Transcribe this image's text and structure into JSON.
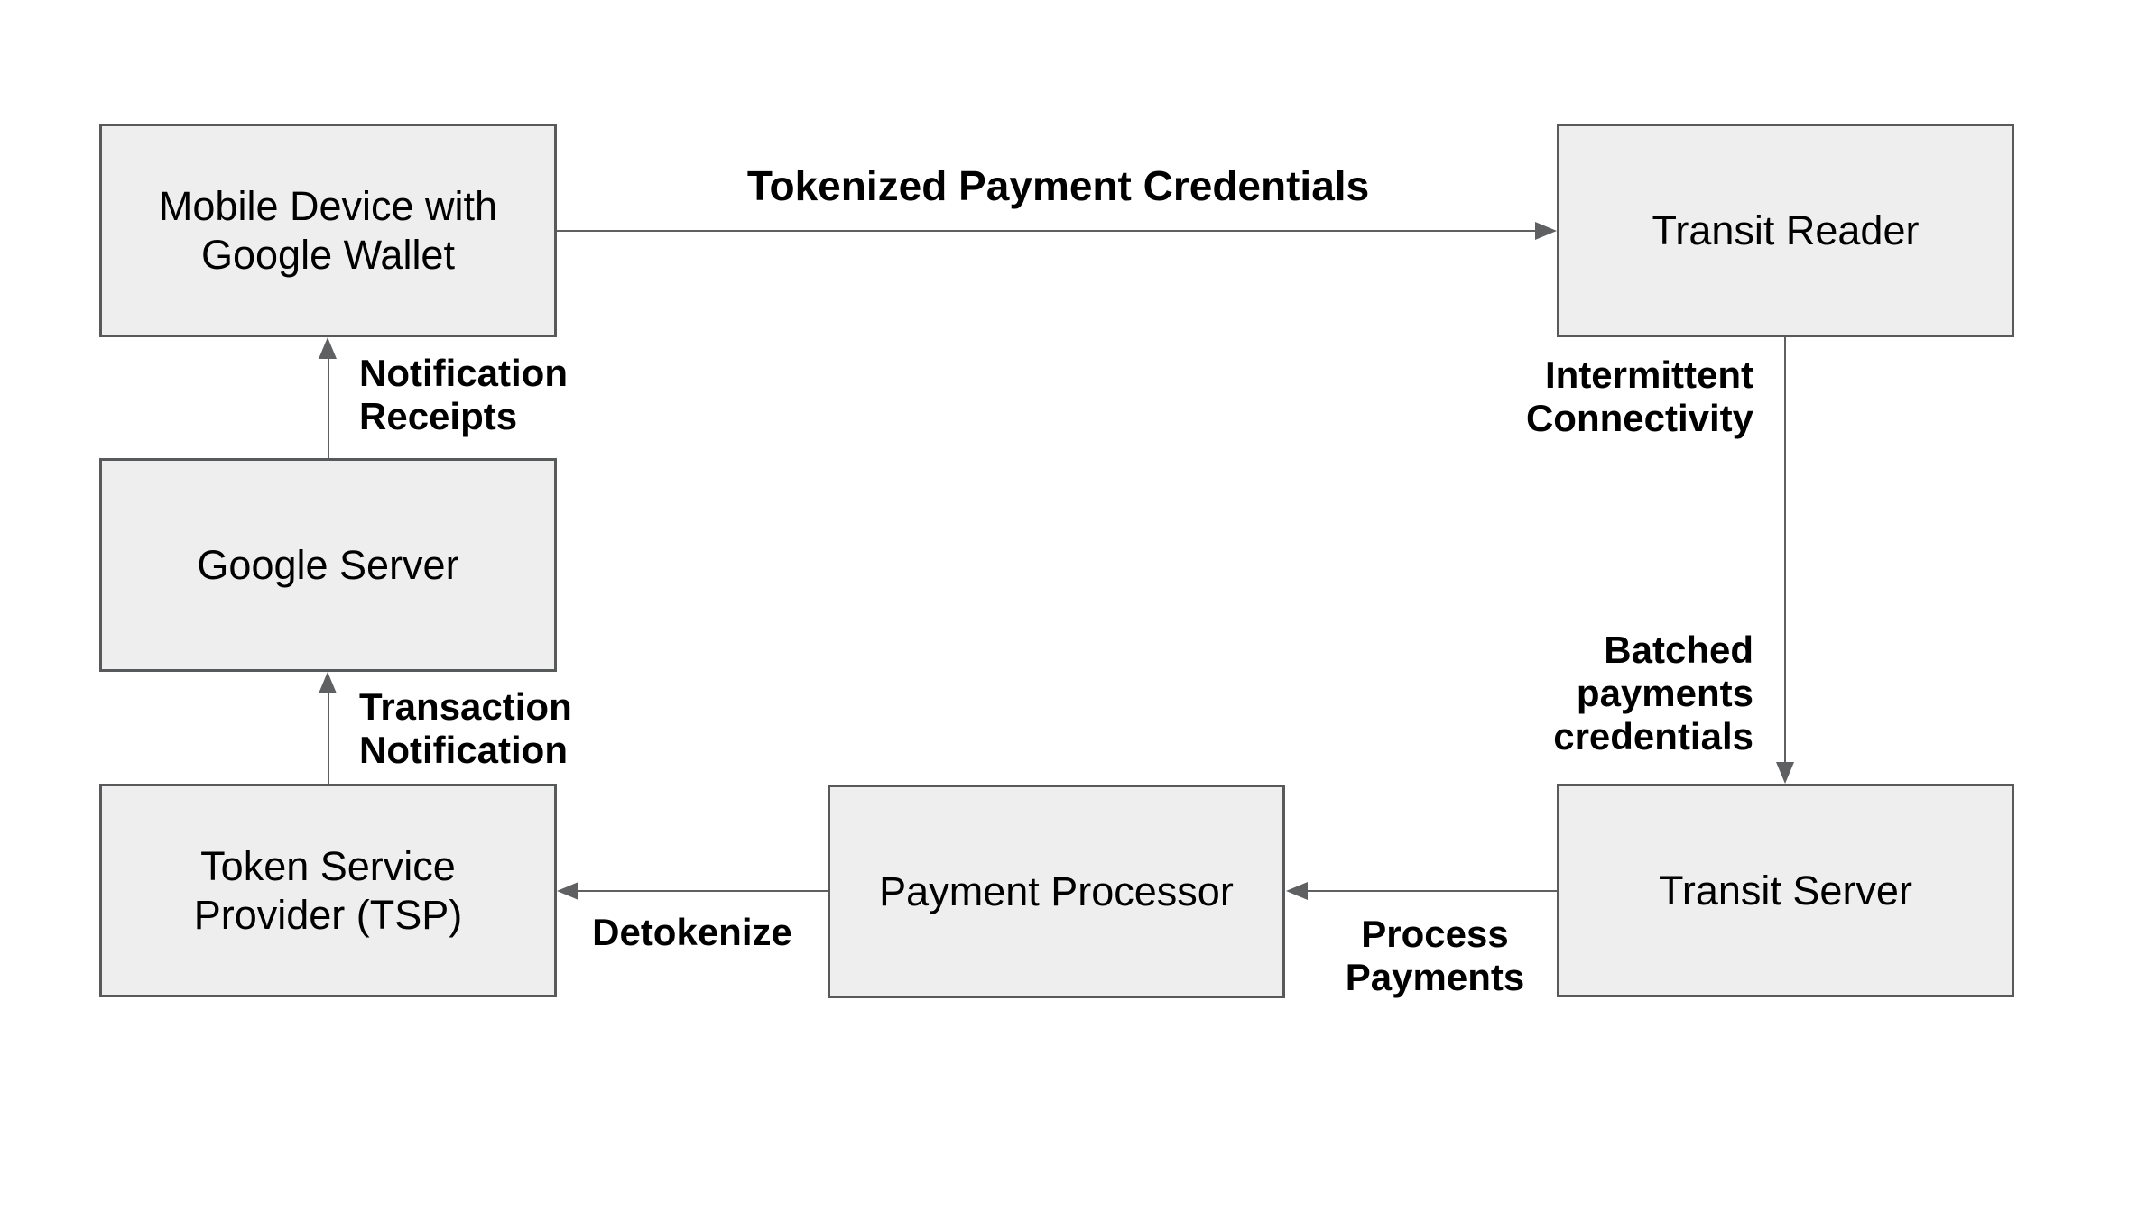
{
  "colors": {
    "box_fill": "#eeeeee",
    "box_border": "#58595b",
    "arrow": "#5f6062",
    "label": "#000000",
    "background": "#ffffff"
  },
  "nodes": {
    "mobile_device": {
      "label": "Mobile Device with\nGoogle Wallet"
    },
    "transit_reader": {
      "label": "Transit Reader"
    },
    "google_server": {
      "label": "Google Server"
    },
    "tsp": {
      "label": "Token Service\nProvider (TSP)"
    },
    "payment_processor": {
      "label": "Payment Processor"
    },
    "transit_server": {
      "label": "Transit Server"
    }
  },
  "edges": {
    "tokenized_payment_credentials": {
      "label": "Tokenized Payment Credentials",
      "from": "Mobile Device with Google Wallet",
      "to": "Transit Reader"
    },
    "notification_receipts": {
      "label": "Notification\nReceipts",
      "from": "Google Server",
      "to": "Mobile Device with Google Wallet"
    },
    "transaction_notification": {
      "label": "Transaction\nNotification",
      "from": "Token Service Provider (TSP)",
      "to": "Google Server"
    },
    "intermittent_connectivity": {
      "label": "Intermittent\nConnectivity",
      "from": "Transit Reader",
      "to": "Transit Server"
    },
    "batched_payments_credentials": {
      "label": "Batched\npayments\ncredentials",
      "from": "Transit Reader",
      "to": "Transit Server"
    },
    "process_payments": {
      "label": "Process\nPayments",
      "from": "Transit Server",
      "to": "Payment Processor"
    },
    "detokenize": {
      "label": "Detokenize",
      "from": "Payment Processor",
      "to": "Token Service Provider (TSP)"
    }
  }
}
